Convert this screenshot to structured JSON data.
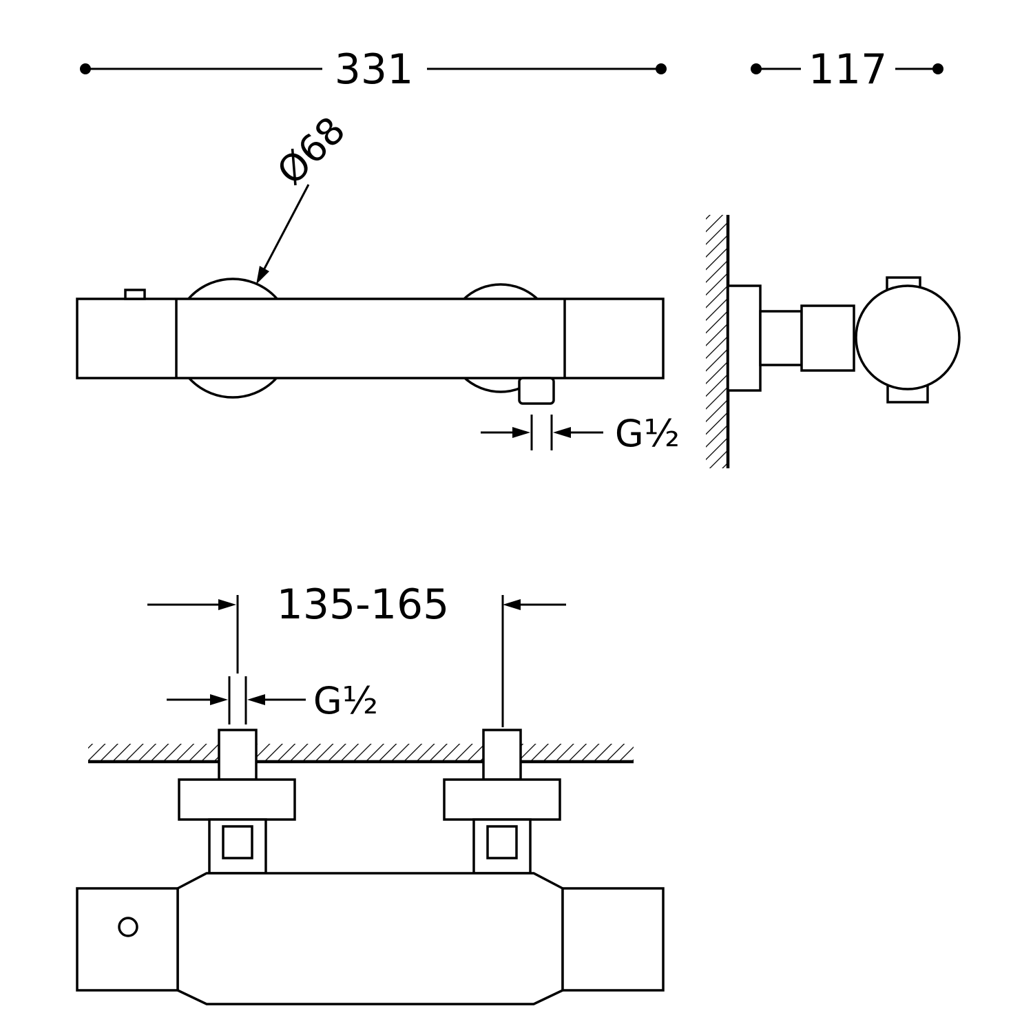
{
  "drawing": {
    "background": "#ffffff",
    "line_color": "#000000"
  },
  "dimensions": {
    "front_overall_width": "331",
    "side_overall_depth": "117",
    "escutcheon_diameter": "Ø68",
    "outlet_thread": "G½",
    "inlet_center_spacing": "135-165",
    "inlet_thread": "G½"
  }
}
